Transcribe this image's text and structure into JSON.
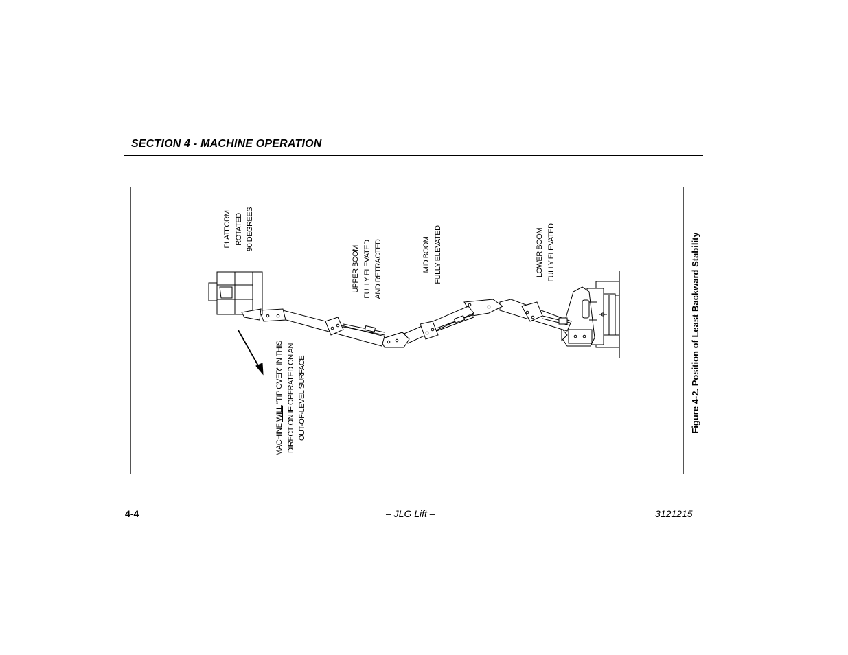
{
  "header": {
    "section_title": "SECTION 4 - MACHINE OPERATION"
  },
  "figure": {
    "labels": {
      "platform": [
        "PLATFORM",
        "ROTATED",
        "90 DEGREES"
      ],
      "upper_boom": [
        "UPPER BOOM",
        "FULLY ELEVATED",
        "AND RETRACTED"
      ],
      "mid_boom": [
        "MID BOOM",
        "FULLY ELEVATED"
      ],
      "lower_boom": [
        "LOWER BOOM",
        "FULLY ELEVATED"
      ],
      "warning": {
        "line1_pre": "MACHINE ",
        "line1_underlined": "WILL",
        "line1_post": " \"TIP OVER\" IN THIS",
        "line2": "DIRECTION IF OPERATED ON AN",
        "line3": "OUT-OF-LEVEL SURFACE"
      }
    },
    "caption": "Figure 4-2. Position of Least Backward Stability"
  },
  "footer": {
    "page_number": "4-4",
    "center": "– JLG Lift –",
    "doc_number": "3121215"
  }
}
